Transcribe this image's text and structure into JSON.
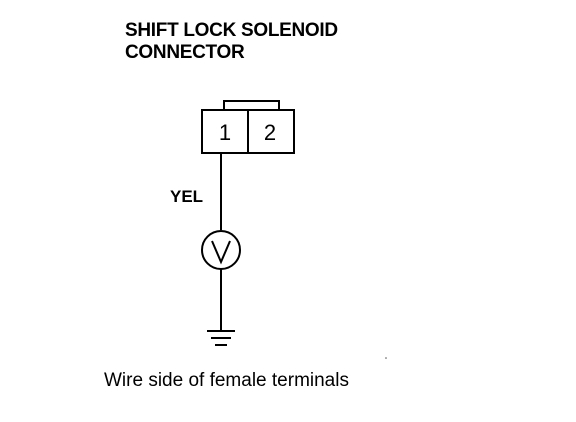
{
  "title": {
    "line1": "SHIFT LOCK SOLENOID",
    "line2": "CONNECTOR"
  },
  "connector": {
    "pins": [
      "1",
      "2"
    ]
  },
  "wire": {
    "color_label": "YEL"
  },
  "meter": {
    "symbol": "V"
  },
  "caption": "Wire side of female terminals"
}
